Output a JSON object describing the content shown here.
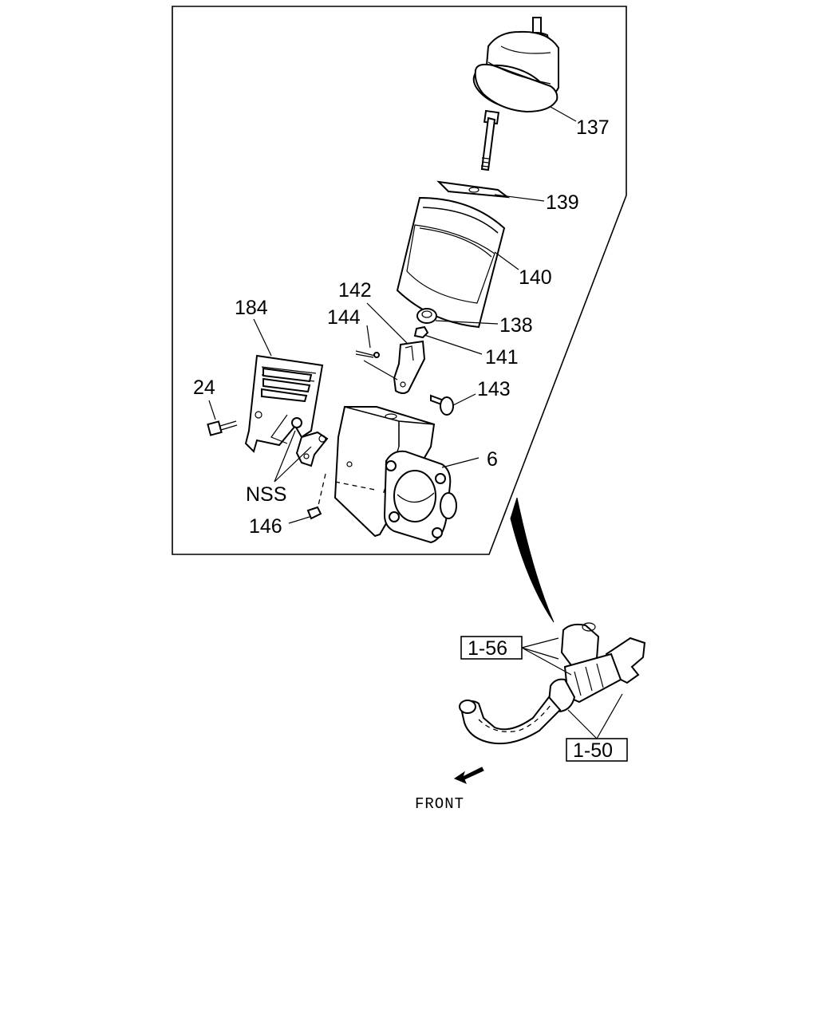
{
  "diagram": {
    "labels": {
      "p137": "137",
      "p139": "139",
      "p140": "140",
      "p142": "142",
      "p138": "138",
      "p184": "184",
      "p144": "144",
      "p141": "141",
      "p24": "24",
      "p143": "143",
      "p6": "6",
      "nss": "NSS",
      "p146": "146",
      "ref_1_56": "1-56",
      "ref_1_50": "1-50",
      "front": "FRONT"
    }
  }
}
